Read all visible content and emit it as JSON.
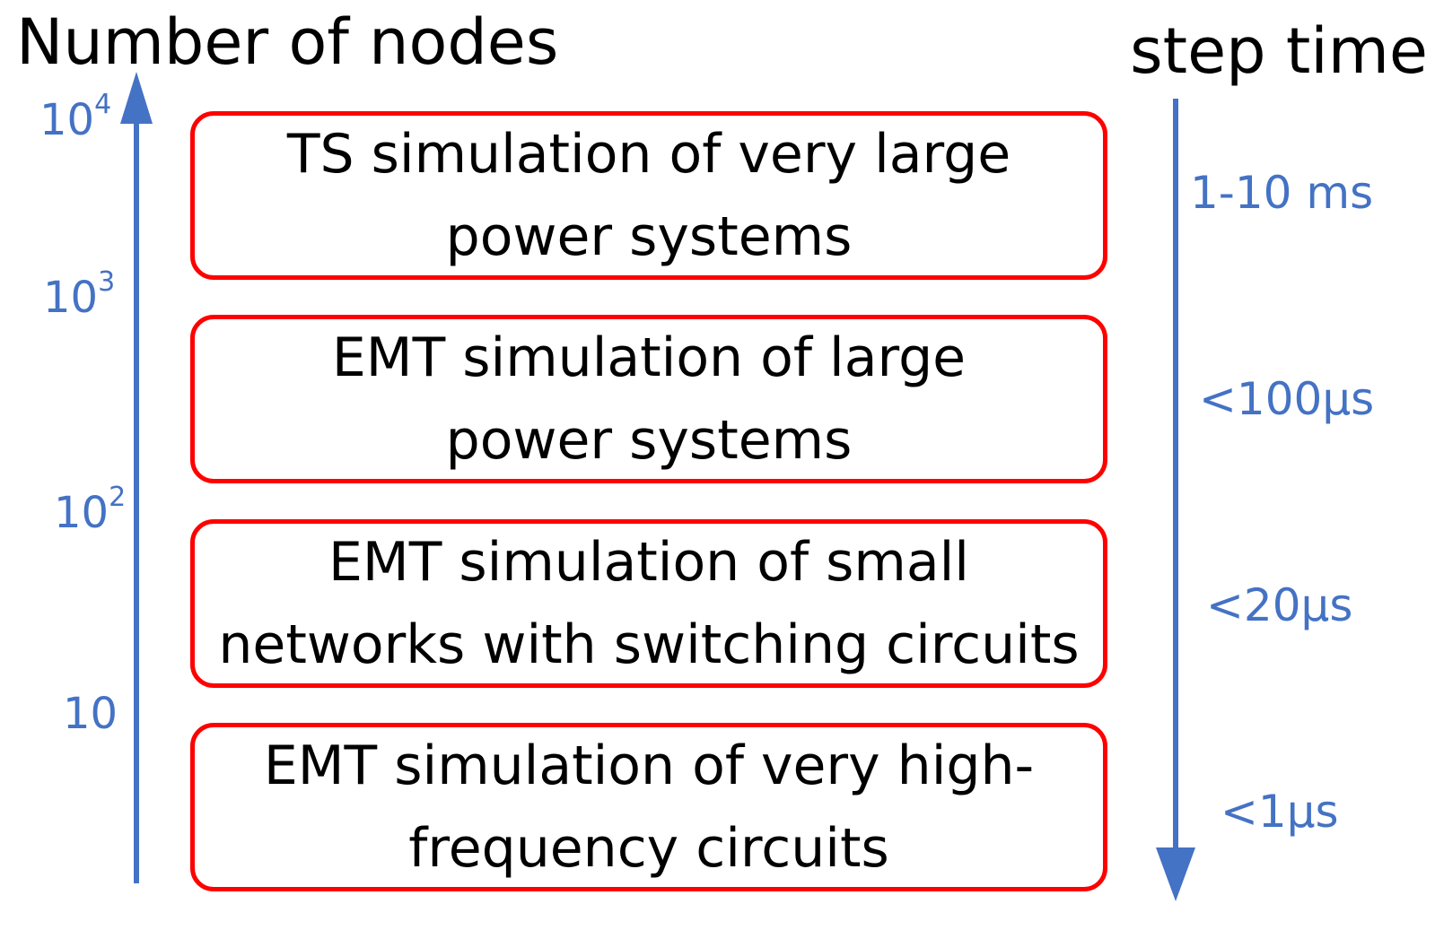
{
  "left_axis": {
    "title": "Number of nodes",
    "ticks": [
      {
        "base": "10",
        "exp": "4"
      },
      {
        "base": "10",
        "exp": "3"
      },
      {
        "base": "10",
        "exp": "2"
      },
      {
        "base": "10",
        "exp": ""
      }
    ],
    "color": "#4472c4"
  },
  "right_axis": {
    "title": "step time",
    "labels": [
      "1-10 ms",
      "<100µs",
      "<20µs",
      "<1µs"
    ],
    "color": "#4472c4"
  },
  "boxes": [
    {
      "text": "TS simulation of very large\npower systems"
    },
    {
      "text": "EMT simulation of large\npower systems"
    },
    {
      "text": "EMT simulation of small\nnetworks with switching circuits"
    },
    {
      "text": "EMT simulation of very high-\nfrequency circuits"
    }
  ],
  "colors": {
    "box_border": "#ff0000",
    "arrow": "#4472c4"
  }
}
